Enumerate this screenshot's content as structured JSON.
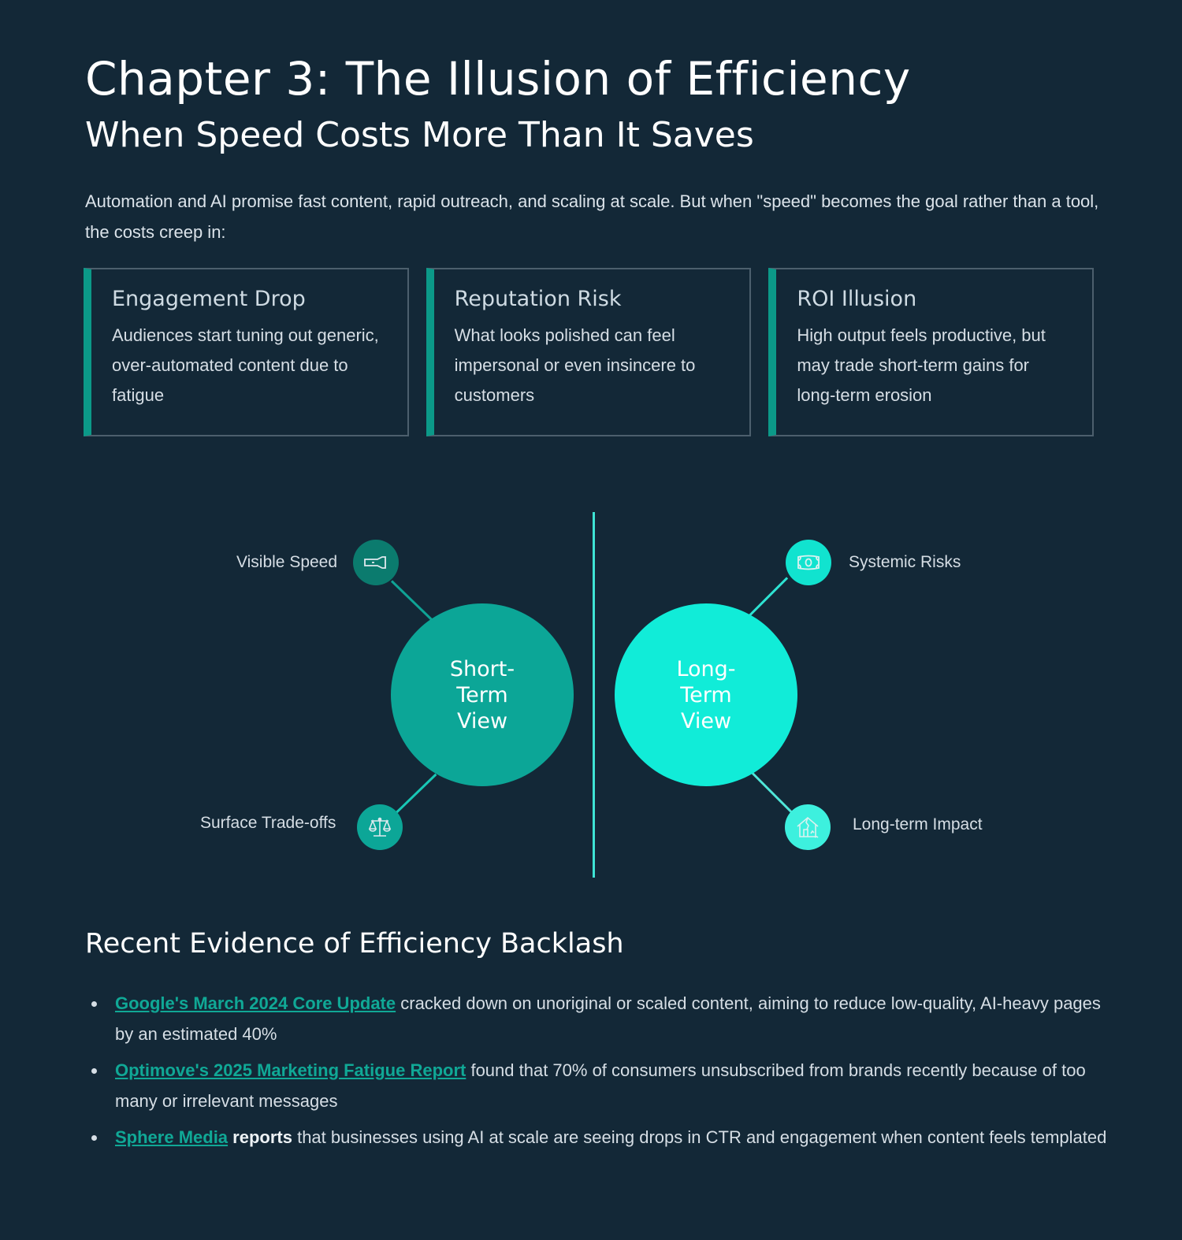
{
  "header": {
    "title": "Chapter 3: The Illusion of Efficiency",
    "subtitle": "When Speed Costs More Than It Saves",
    "intro": "Automation and AI promise fast content, rapid outreach, and scaling at scale. But when \"speed\" becomes the goal rather than a tool, the costs creep in:"
  },
  "cards": [
    {
      "title": "Engagement Drop",
      "body": "Audiences start tuning out generic, over-automated content due to fatigue"
    },
    {
      "title": "Reputation Risk",
      "body": "What looks polished can feel impersonal or even insincere to customers"
    },
    {
      "title": "ROI Illusion",
      "body": "High output feels productive, but may trade short-term gains for long-term erosion"
    }
  ],
  "diagram": {
    "short_term": {
      "label": "Short-Term View",
      "color": "#0ca697",
      "nodes": [
        {
          "label": "Visible Speed",
          "icon": "flashlight-icon",
          "color": "#0b7b6e"
        },
        {
          "label": "Surface Trade-offs",
          "icon": "scales-icon",
          "color": "#0ca697"
        }
      ]
    },
    "long_term": {
      "label": "Long-Term View",
      "color": "#11ecd8",
      "nodes": [
        {
          "label": "Systemic Risks",
          "icon": "money-bill-icon",
          "color": "#11e3cf"
        },
        {
          "label": "Long-term Impact",
          "icon": "cracked-house-icon",
          "color": "#3df0de"
        }
      ]
    }
  },
  "evidence": {
    "heading": "Recent Evidence of Efficiency Backlash",
    "items": [
      {
        "link": "Google's March 2024 Core Update",
        "bold": "",
        "text": " cracked down on unoriginal or scaled content, aiming to reduce low-quality, AI-heavy pages by an estimated 40%"
      },
      {
        "link": "Optimove's 2025 Marketing Fatigue Report",
        "bold": "",
        "text": " found that 70% of consumers unsubscribed from brands recently because of too many or irrelevant messages"
      },
      {
        "link": "Sphere Media",
        "bold": " reports",
        "text": " that businesses using AI at scale are seeing drops in CTR and engagement when content feels templated"
      }
    ]
  },
  "colors": {
    "background": "#132837",
    "accent": "#0b9988",
    "accent_bright": "#11ecd8",
    "link": "#10a896"
  }
}
